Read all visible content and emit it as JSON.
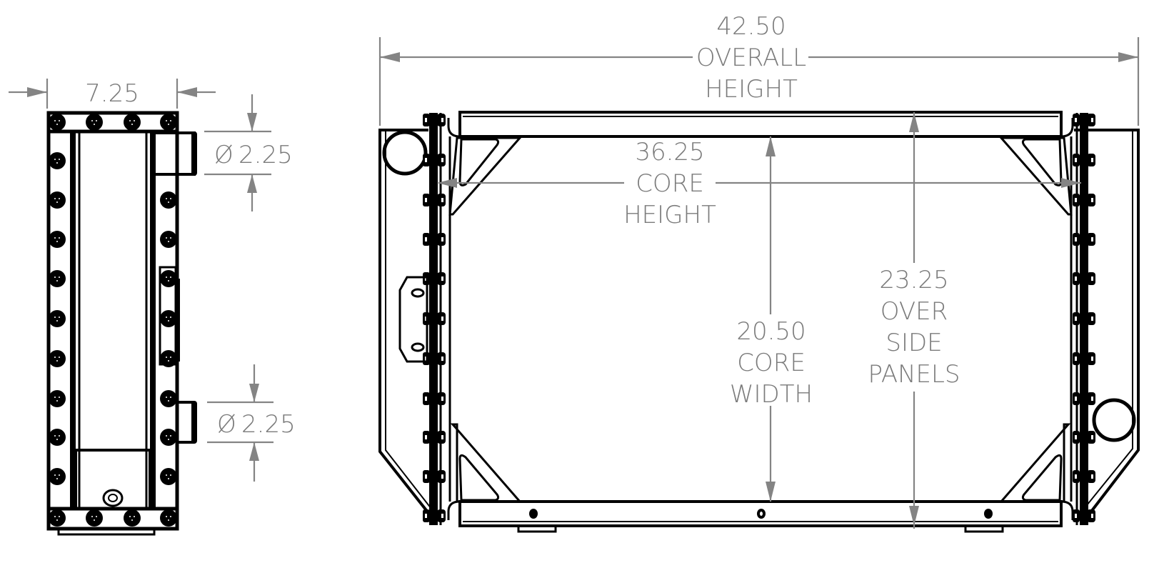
{
  "drawing": {
    "type": "radiator dimensional drawing",
    "colors": {
      "line": "#000000",
      "dimension": "#848484",
      "background": "#ffffff"
    }
  },
  "side_view": {
    "width_dim": {
      "value": "7.25"
    },
    "inlet_dim": {
      "symbol": "Ø",
      "value": "2.25"
    },
    "outlet_dim": {
      "symbol": "Ø",
      "value": "2.25"
    }
  },
  "front_view": {
    "overall_height": {
      "value": "42.50",
      "line1": "OVERALL",
      "line2": "HEIGHT"
    },
    "core_height": {
      "value": "36.25",
      "line1": "CORE",
      "line2": "HEIGHT"
    },
    "core_width": {
      "value": "20.50",
      "line1": "CORE",
      "line2": "WIDTH"
    },
    "over_side_panels": {
      "value": "23.25",
      "line1": "OVER",
      "line2": "SIDE",
      "line3": "PANELS"
    }
  }
}
